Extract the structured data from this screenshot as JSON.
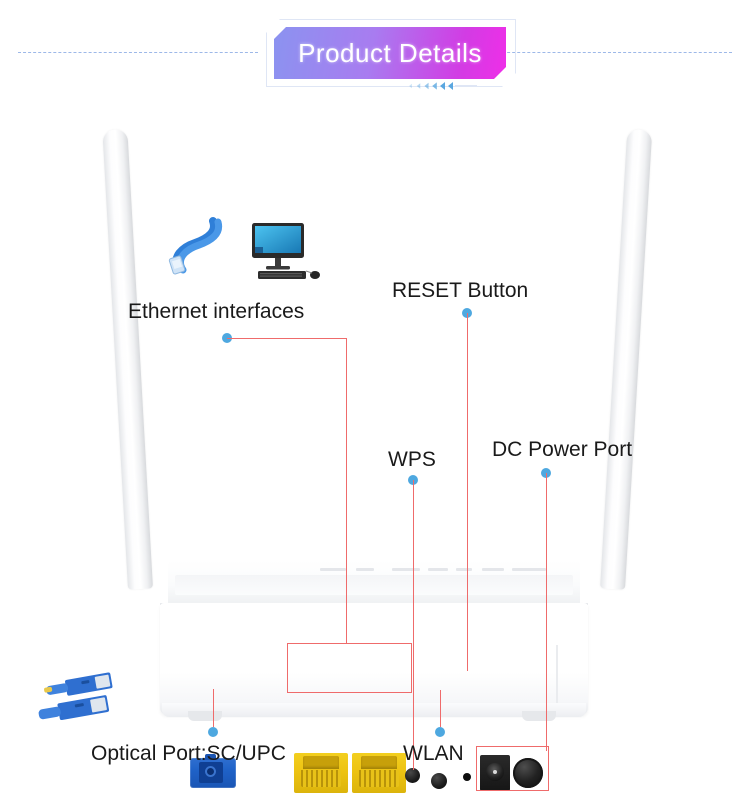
{
  "header": {
    "banner_title": "Product Details",
    "accent_gradient_start": "#8b93f0",
    "accent_gradient_end": "#ef2ee8",
    "divider_color": "#9db8e8",
    "arrow_color": "#5aa7e0"
  },
  "product": {
    "type": "wifi-router",
    "body_color": "#ffffff",
    "antenna_count": 2,
    "callout_line_color": "#ef6b6b",
    "callout_dot_color": "#4ea8e0"
  },
  "callouts": [
    {
      "id": "ethernet-interfaces",
      "label": "Ethernet interfaces"
    },
    {
      "id": "reset-button",
      "label": "RESET Button"
    },
    {
      "id": "wps",
      "label": "WPS"
    },
    {
      "id": "dc-power-port",
      "label": "DC Power Port"
    },
    {
      "id": "optical-port",
      "label": "Optical Port:SC/UPC"
    },
    {
      "id": "wlan",
      "label": "WLAN"
    }
  ],
  "ports": {
    "optical_color": "#1f62c8",
    "ethernet_color": "#edc312",
    "ethernet_count": 2,
    "button_color": "#1d1d1d"
  }
}
